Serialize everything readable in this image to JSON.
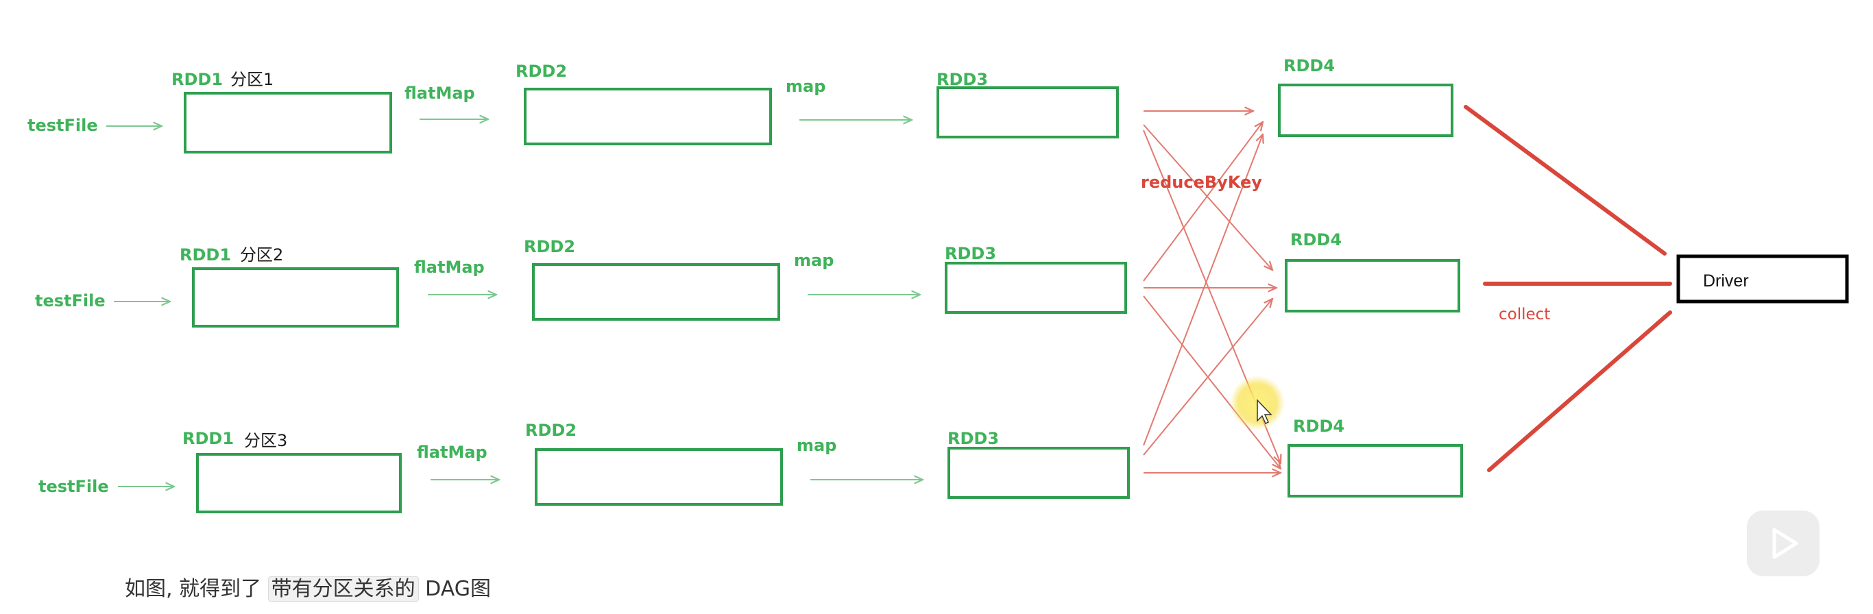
{
  "rows": [
    {
      "source": "testFile",
      "rdd1": "RDD1",
      "partition": "分区1",
      "flat_op": "flatMap",
      "rdd2": "RDD2",
      "map_op": "map",
      "rdd3": "RDD3",
      "rdd4": "RDD4"
    },
    {
      "source": "testFile",
      "rdd1": "RDD1",
      "partition": "分区2",
      "flat_op": "flatMap",
      "rdd2": "RDD2",
      "map_op": "map",
      "rdd3": "RDD3",
      "rdd4": "RDD4"
    },
    {
      "source": "testFile",
      "rdd1": "RDD1",
      "partition": "分区3",
      "flat_op": "flatMap",
      "rdd2": "RDD2",
      "map_op": "map",
      "rdd3": "RDD3",
      "rdd4": "RDD4"
    }
  ],
  "shuffle_op": "reduceByKey",
  "collect_op": "collect",
  "driver": "Driver",
  "caption": {
    "before": "如图, 就得到了",
    "highlight": "带有分区关系的",
    "after": "DAG图"
  },
  "colors": {
    "green": "#2e9e4f",
    "green_text": "#3fb35a",
    "red": "#d9463a",
    "driver_border": "#000000"
  }
}
